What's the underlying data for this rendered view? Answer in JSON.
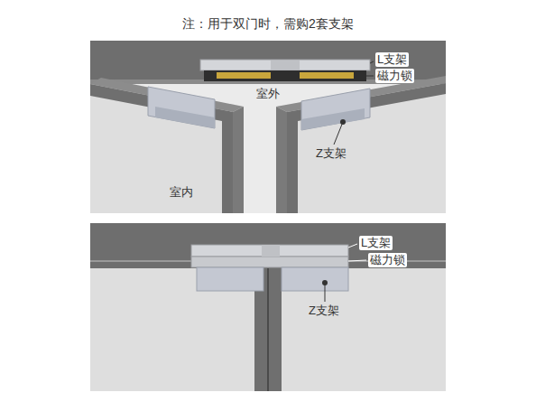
{
  "diagram": {
    "title": "注：用于双门时，需购2套支架",
    "labels": [
      "L支架",
      "磁力锁",
      "室外",
      "Z支架",
      "室内",
      "L支架",
      "磁力锁",
      "Z支架"
    ]
  }
}
